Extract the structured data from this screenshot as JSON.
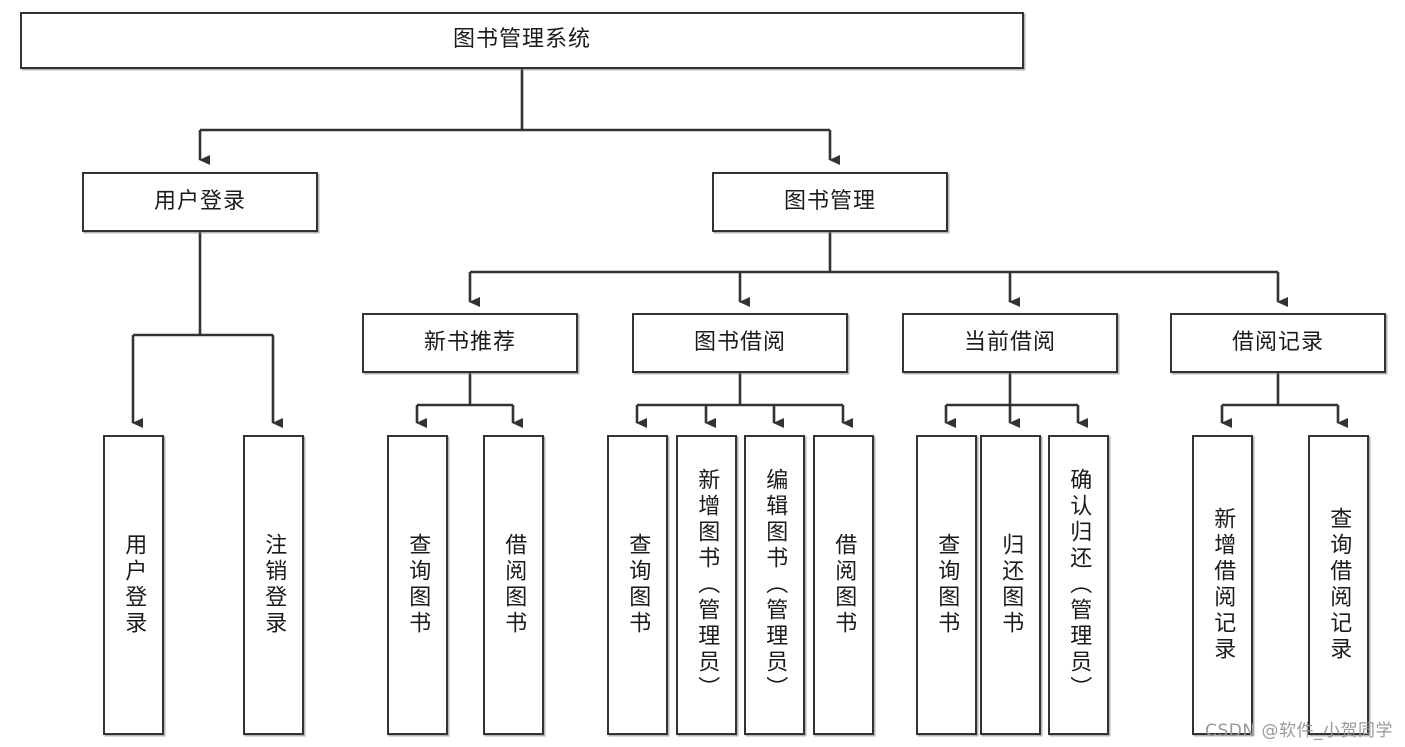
{
  "diagram": {
    "type": "tree-hierarchy",
    "title": "图书管理系统",
    "root": {
      "id": "root",
      "label": "图书管理系统",
      "level": 1
    },
    "level2": [
      {
        "id": "user-login",
        "label": "用户登录"
      },
      {
        "id": "book-management",
        "label": "图书管理"
      }
    ],
    "level3": [
      {
        "id": "new-book-recommend",
        "label": "新书推荐",
        "parent": "book-management"
      },
      {
        "id": "book-borrow",
        "label": "图书借阅",
        "parent": "book-management"
      },
      {
        "id": "current-borrow",
        "label": "当前借阅",
        "parent": "book-management"
      },
      {
        "id": "borrow-record",
        "label": "借阅记录",
        "parent": "book-management"
      }
    ],
    "leaves": {
      "user-login": [
        {
          "id": "leaf-user-login",
          "label": "用户登录"
        },
        {
          "id": "leaf-user-logout",
          "label": "注销登录"
        }
      ],
      "new-book-recommend": [
        {
          "id": "leaf-query-book-1",
          "label": "查询图书"
        },
        {
          "id": "leaf-borrow-book-1",
          "label": "借阅图书"
        }
      ],
      "book-borrow": [
        {
          "id": "leaf-query-book-2",
          "label": "查询图书"
        },
        {
          "id": "leaf-add-book",
          "label": "新增图书（管理员）"
        },
        {
          "id": "leaf-edit-book",
          "label": "编辑图书（管理员）"
        },
        {
          "id": "leaf-borrow-book-2",
          "label": "借阅图书"
        }
      ],
      "current-borrow": [
        {
          "id": "leaf-query-book-3",
          "label": "查询图书"
        },
        {
          "id": "leaf-return-book",
          "label": "归还图书"
        },
        {
          "id": "leaf-confirm-return",
          "label": "确认归还（管理员）"
        }
      ],
      "borrow-record": [
        {
          "id": "leaf-add-record",
          "label": "新增借阅记录"
        },
        {
          "id": "leaf-query-record",
          "label": "查询借阅记录"
        }
      ]
    }
  },
  "watermark": {
    "text": "CSDN @软件_小贺同学"
  },
  "colors": {
    "box_border": "#333333",
    "box_fill": "#ffffff",
    "line": "#333333",
    "text": "#1b1b1b",
    "watermark": "#9a9a9a",
    "background": "#ffffff"
  }
}
